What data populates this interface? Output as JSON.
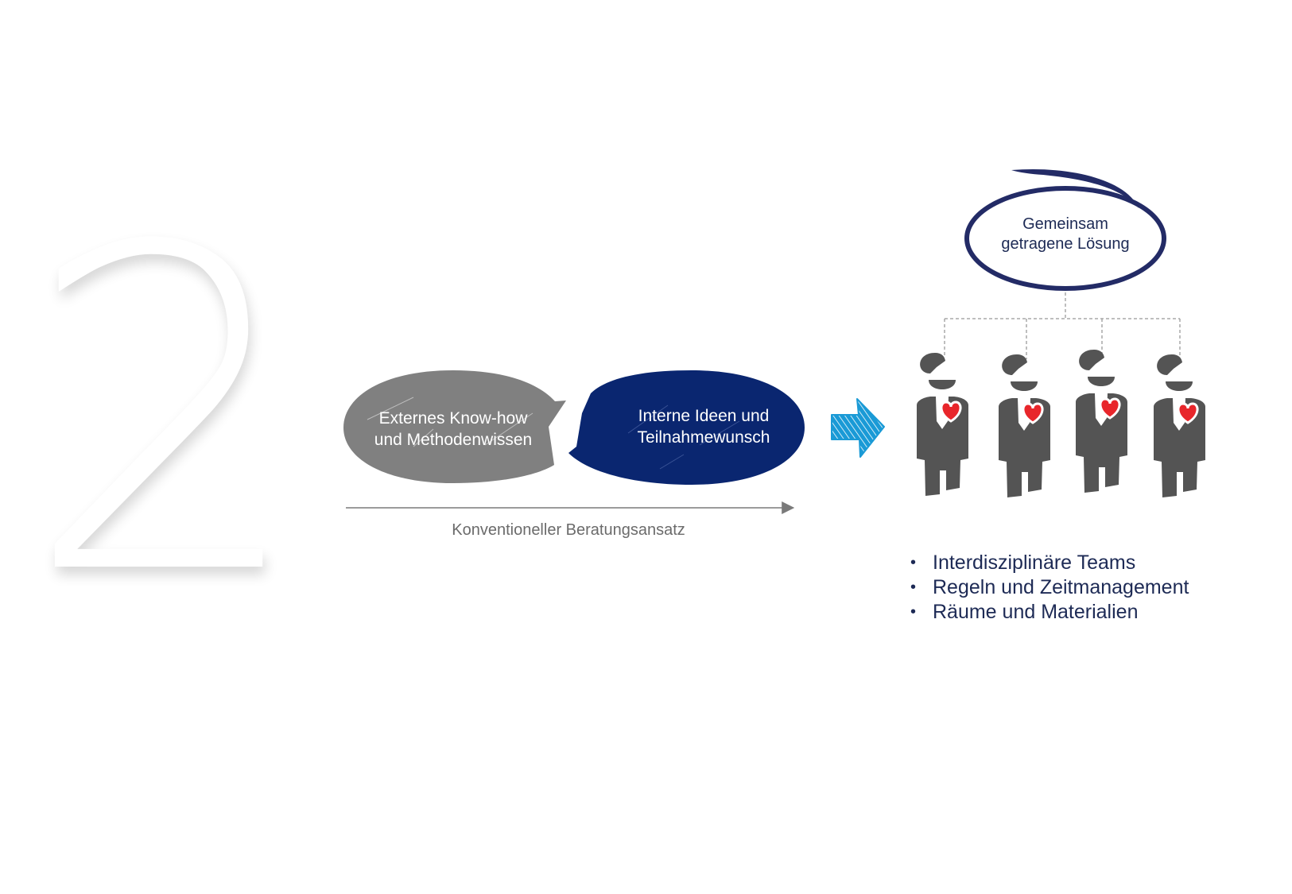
{
  "number": "2",
  "bubbles": {
    "external": {
      "line1": "Externes Know-how",
      "line2": "und Methodenwissen",
      "color": "#808080"
    },
    "internal": {
      "line1": "Interne Ideen und",
      "line2": "Teilnahmewunsch",
      "color": "#0a2670"
    }
  },
  "axis_label": "Konventioneller Beratungsansatz",
  "solution": {
    "line1": "Gemeinsam",
    "line2": "getragene Lösung",
    "color": "#232b66"
  },
  "arrow_color": "#1a9ad6",
  "people": {
    "count": 4,
    "figure_color": "#545454",
    "heart_color": "#e8262b",
    "icons": [
      "person-icon",
      "person-icon",
      "person-icon",
      "person-icon"
    ]
  },
  "features": [
    {
      "bullet": "•",
      "text": "Interdisziplinäre Teams"
    },
    {
      "bullet": "•",
      "text": "Regeln und Zeitmanagement"
    },
    {
      "bullet": "•",
      "text": "Räume und Materialien"
    }
  ]
}
